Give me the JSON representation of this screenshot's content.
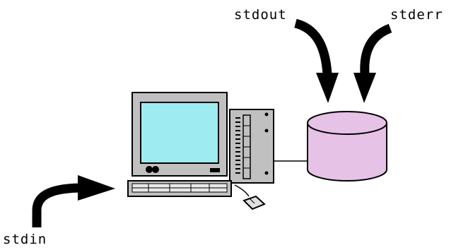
{
  "labels": {
    "stdout": "stdout",
    "stderr": "stderr",
    "stdin": "stdin"
  },
  "colors": {
    "background": "#ffffff",
    "outline": "#000000",
    "arrow": "#000000",
    "monitor_screen": "#9eecf2",
    "computer_case": "#c0c0c0",
    "database": "#e6c2e6"
  }
}
